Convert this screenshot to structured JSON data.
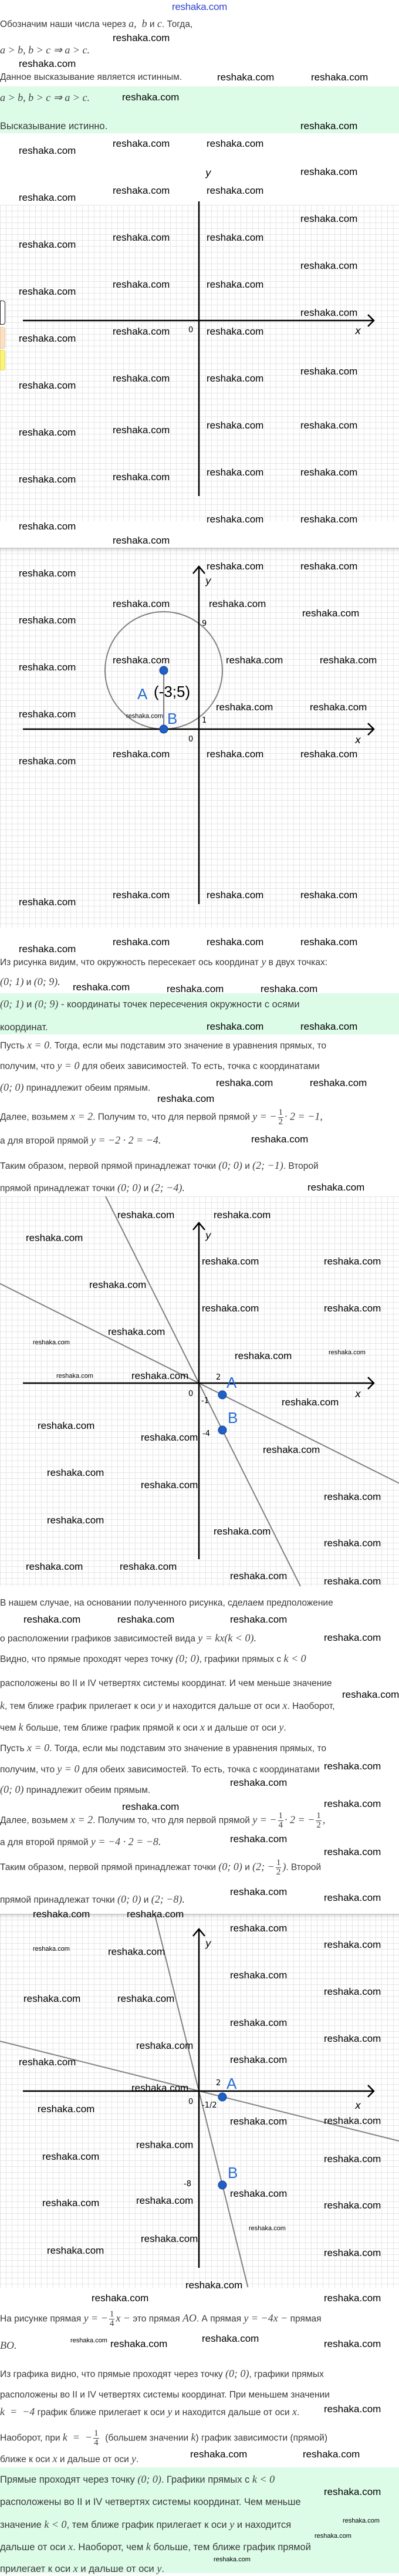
{
  "header": {
    "logo": "reshaka.com"
  },
  "watermark": "reshaka.com",
  "colors": {
    "accent_green": "#dcfce8",
    "point_blue": "#1f5fc8",
    "logo_blue": "#3344cc"
  },
  "lines": [
    [
      [
        "t",
        "Обозначим наши числа через "
      ],
      [
        "m",
        "a,  b"
      ],
      [
        "t",
        " и "
      ],
      [
        "m",
        "c"
      ],
      [
        "t",
        ". Тогда,"
      ]
    ],
    [
      [
        "m",
        "a > b, b > c ⇒ a > c."
      ]
    ],
    [
      [
        "t",
        "Данное высказывание является истинным."
      ]
    ],
    [
      [
        "m",
        "a > b, b > c ⇒ a > c."
      ]
    ],
    [
      [
        "t",
        "Высказывание истинно."
      ]
    ],
    [
      [
        "t",
        "Из рисунка видим, что окружность пересекает ось координат "
      ],
      [
        "m",
        "y"
      ],
      [
        "t",
        " в двух точках:"
      ]
    ],
    [
      [
        "m",
        "(0; 1)"
      ],
      [
        "t",
        " и "
      ],
      [
        "m",
        "(0; 9)."
      ]
    ],
    [
      [
        "m",
        "(0; 1)"
      ],
      [
        "t",
        " и "
      ],
      [
        "m",
        "(0; 9)"
      ],
      [
        "t",
        " - координаты точек пересечения окружности с осями"
      ]
    ],
    [
      [
        "t",
        "координат."
      ]
    ],
    [
      [
        "t",
        "Пусть "
      ],
      [
        "m",
        "x = 0"
      ],
      [
        "t",
        ". Тогда, если мы подставим это значение в уравнения прямых, то"
      ]
    ],
    [
      [
        "t",
        "получим, что "
      ],
      [
        "m",
        "y = 0"
      ],
      [
        "t",
        " для обеих зависимостей. То есть, точка с координатами"
      ]
    ],
    [
      [
        "m",
        "(0; 0)"
      ],
      [
        "t",
        " принадлежит обеим прямым."
      ]
    ],
    [
      [
        "t",
        "Далее, возьмем "
      ],
      [
        "m",
        "x = 2"
      ],
      [
        "t",
        ". Получим то, что для первой прямой "
      ],
      [
        "m",
        "y = −"
      ],
      [
        "f",
        "1",
        "2"
      ],
      [
        "m",
        "· 2 = −1,"
      ]
    ],
    [
      [
        "t",
        "а для второй прямой "
      ],
      [
        "m",
        "y = −2 · 2 = −4."
      ]
    ],
    [
      [
        "t",
        "Таким образом, первой прямой принадлежат точки "
      ],
      [
        "m",
        "(0; 0)"
      ],
      [
        "t",
        " и "
      ],
      [
        "m",
        "(2; −1)"
      ],
      [
        "t",
        ". Второй"
      ]
    ],
    [
      [
        "t",
        "прямой принадлежат точки "
      ],
      [
        "m",
        "(0; 0)"
      ],
      [
        "t",
        " и "
      ],
      [
        "m",
        "(2; −4)."
      ]
    ],
    [
      [
        "t",
        "В нашем случае, на основании полученного рисунка, сделаем предположение"
      ]
    ],
    [
      [
        "t",
        "о расположении графиков зависимостей вида "
      ],
      [
        "m",
        "y = kx(k < 0)."
      ]
    ],
    [
      [
        "t",
        "Видно, что прямые проходят через точку "
      ],
      [
        "m",
        "(0; 0)"
      ],
      [
        "t",
        ", графики прямых с "
      ],
      [
        "m",
        "k < 0"
      ]
    ],
    [
      [
        "t",
        "расположены во II и IV четвертях системы координат. И чем меньше значение"
      ]
    ],
    [
      [
        "m",
        "k"
      ],
      [
        "t",
        ", тем ближе график прилегает к оси "
      ],
      [
        "m",
        "y"
      ],
      [
        "t",
        " и находится дальше от оси "
      ],
      [
        "m",
        "x"
      ],
      [
        "t",
        ". Наоборот,"
      ]
    ],
    [
      [
        "t",
        "чем "
      ],
      [
        "m",
        "k"
      ],
      [
        "t",
        " больше, тем ближе график прямой к оси "
      ],
      [
        "m",
        "x"
      ],
      [
        "t",
        " и дальше от оси "
      ],
      [
        "m",
        "y"
      ],
      [
        "t",
        "."
      ]
    ],
    [
      [
        "t",
        "Пусть "
      ],
      [
        "m",
        "x = 0"
      ],
      [
        "t",
        ". Тогда, если мы подставим это значение в уравнения прямых, то"
      ]
    ],
    [
      [
        "t",
        "получим, что "
      ],
      [
        "m",
        "y = 0"
      ],
      [
        "t",
        " для обеих зависимостей. То есть, точка с координатами"
      ]
    ],
    [
      [
        "m",
        "(0; 0)"
      ],
      [
        "t",
        " принадлежит обеим прямым."
      ]
    ],
    [
      [
        "t",
        "Далее, возьмем "
      ],
      [
        "m",
        "x = 2"
      ],
      [
        "t",
        ". Получим то, что для первой прямой "
      ],
      [
        "m",
        "y = −"
      ],
      [
        "f",
        "1",
        "4"
      ],
      [
        "m",
        "· 2 = −"
      ],
      [
        "f",
        "1",
        "2"
      ],
      [
        "m",
        ","
      ]
    ],
    [
      [
        "t",
        "а для второй прямой "
      ],
      [
        "m",
        "y = −4 · 2 = −8."
      ]
    ],
    [
      [
        "t",
        "Таким образом, первой прямой принадлежат точки "
      ],
      [
        "m",
        "(0; 0)"
      ],
      [
        "t",
        " и "
      ],
      [
        "m",
        "(2; −"
      ],
      [
        "f",
        "1",
        "2"
      ],
      [
        "m",
        ")"
      ],
      [
        "t",
        ". Второй"
      ]
    ],
    [
      [
        "t",
        "прямой принадлежат точки "
      ],
      [
        "m",
        "(0; 0)"
      ],
      [
        "t",
        " и "
      ],
      [
        "m",
        "(2; −8)."
      ]
    ],
    [
      [
        "t",
        "На рисунке прямая "
      ],
      [
        "m",
        "y = −"
      ],
      [
        "f",
        "1",
        "4"
      ],
      [
        "m",
        "x −"
      ],
      [
        "t",
        " это прямая "
      ],
      [
        "m",
        "AO"
      ],
      [
        "t",
        ". А прямая "
      ],
      [
        "m",
        "y = −4x −"
      ],
      [
        "t",
        " прямая"
      ]
    ],
    [
      [
        "m",
        "BO."
      ]
    ],
    [
      [
        "t",
        "Из графика видно, что прямые проходят через точку "
      ],
      [
        "m",
        "(0; 0)"
      ],
      [
        "t",
        ", графики прямых"
      ]
    ],
    [
      [
        "t",
        "расположены во II и IV четвертях системы координат. При меньшем значении"
      ]
    ],
    [
      [
        "m",
        "k  =  −4"
      ],
      [
        "t",
        " график ближе прилегает к оси "
      ],
      [
        "m",
        "y"
      ],
      [
        "t",
        " и находится дальше от оси "
      ],
      [
        "m",
        "x"
      ],
      [
        "t",
        "."
      ]
    ],
    [
      [
        "t",
        "Наоборот, при "
      ],
      [
        "m",
        "k  =  −"
      ],
      [
        "f",
        "1",
        "4"
      ],
      [
        "t",
        "  (большем значении "
      ],
      [
        "m",
        "k"
      ],
      [
        "t",
        ") график зависимости (прямой)"
      ]
    ],
    [
      [
        "t",
        "ближе к оси "
      ],
      [
        "m",
        "x"
      ],
      [
        "t",
        " и дальше от оси "
      ],
      [
        "m",
        "y"
      ],
      [
        "t",
        "."
      ]
    ],
    [
      [
        "t",
        "Прямые проходят через точку "
      ],
      [
        "m",
        "(0; 0)"
      ],
      [
        "t",
        ". Графики прямых с "
      ],
      [
        "m",
        "k < 0"
      ]
    ],
    [
      [
        "t",
        "расположены во II и IV четвертях системы координат. Чем меньше"
      ]
    ],
    [
      [
        "t",
        "значение "
      ],
      [
        "m",
        "k < 0"
      ],
      [
        "t",
        ", тем ближе график прилегает к оси "
      ],
      [
        "m",
        "y"
      ],
      [
        "t",
        " и находится"
      ]
    ],
    [
      [
        "t",
        "дальше от оси "
      ],
      [
        "m",
        "x"
      ],
      [
        "t",
        ". Наоборот, чем "
      ],
      [
        "m",
        "k"
      ],
      [
        "t",
        " больше, тем ближе график прямой"
      ]
    ],
    [
      [
        "t",
        "прилегает к оси "
      ],
      [
        "m",
        "x"
      ],
      [
        "t",
        " и дальше от оси "
      ],
      [
        "m",
        "y"
      ],
      [
        "t",
        "."
      ]
    ]
  ],
  "figures": {
    "axes": {
      "x_label": "x",
      "y_label": "y",
      "origin_label": "0"
    },
    "circle": {
      "center": [
        -3,
        5
      ],
      "radius": 5,
      "center_label": "(-3;5)",
      "point_a_label": "A",
      "point_b_label": "B",
      "y_tick_1": "1",
      "y_tick_9": "9"
    },
    "lines1": {
      "slopes": [
        -0.5,
        -2
      ],
      "point_a": [
        2,
        -1
      ],
      "point_b": [
        2,
        -4
      ],
      "label_a": "A",
      "label_b": "B",
      "x_tick": "2",
      "y_tick_a": "-1",
      "y_tick_b": "-4"
    },
    "lines2": {
      "slopes": [
        -0.25,
        -4
      ],
      "point_a": [
        2,
        -0.5
      ],
      "point_b": [
        2,
        -8
      ],
      "label_a": "A",
      "label_b": "B",
      "x_tick": "2",
      "y_tick_a": "-1/2",
      "y_tick_b": "-8"
    }
  }
}
